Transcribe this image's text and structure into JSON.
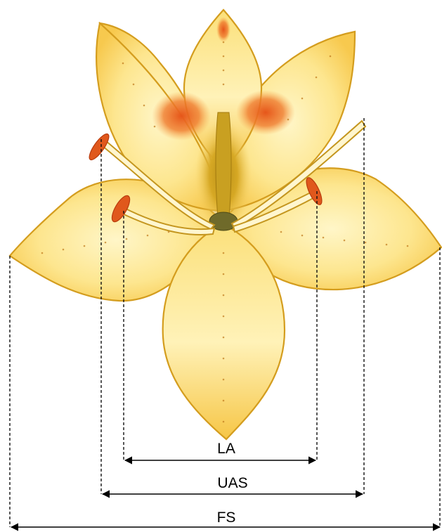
{
  "diagram": {
    "measurements": [
      {
        "key": "la",
        "label": "LA"
      },
      {
        "key": "uas",
        "label": "UAS"
      },
      {
        "key": "fs",
        "label": "FS"
      }
    ]
  }
}
